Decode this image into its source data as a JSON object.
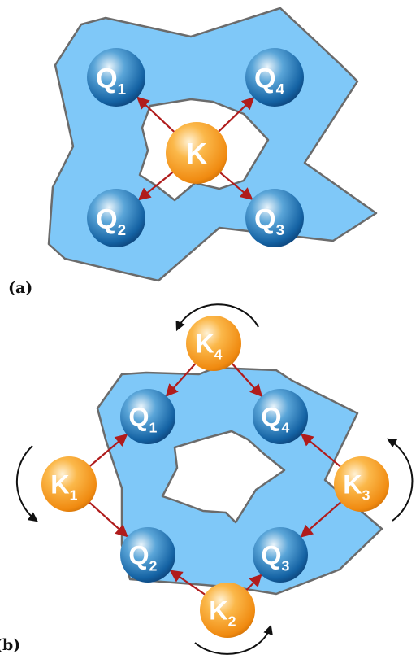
{
  "panels": [
    {
      "label": "(a)",
      "center_node": {
        "letter": "K",
        "index": ""
      },
      "outer_nodes": [
        {
          "letter": "Q",
          "index": "1"
        },
        {
          "letter": "Q",
          "index": "4"
        },
        {
          "letter": "Q",
          "index": "2"
        },
        {
          "letter": "Q",
          "index": "3"
        }
      ]
    },
    {
      "label": "(b)",
      "q_nodes": [
        {
          "letter": "Q",
          "index": "1"
        },
        {
          "letter": "Q",
          "index": "4"
        },
        {
          "letter": "Q",
          "index": "2"
        },
        {
          "letter": "Q",
          "index": "3"
        }
      ],
      "k_nodes": [
        {
          "letter": "K",
          "index": "4"
        },
        {
          "letter": "K",
          "index": "1"
        },
        {
          "letter": "K",
          "index": "3"
        },
        {
          "letter": "K",
          "index": "2"
        }
      ]
    }
  ],
  "colors": {
    "region_fill": "#7fc8f8",
    "region_stroke": "#6b6b6b",
    "arrow": "#b01c1c",
    "q_node": "#1f70b0",
    "k_node": "#f59a23",
    "rotation_arrow": "#111111"
  }
}
